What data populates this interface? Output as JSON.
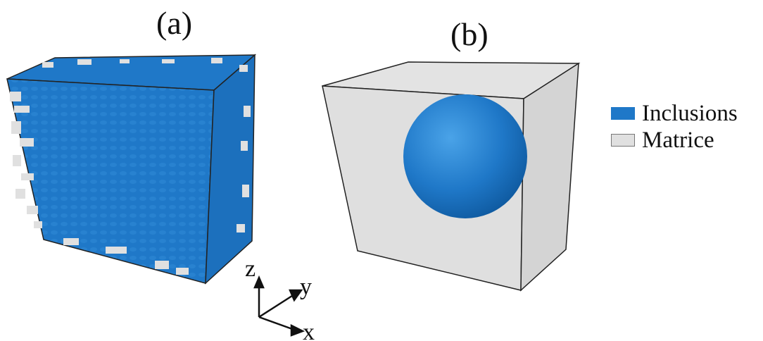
{
  "panels": {
    "a": {
      "label": "(a)"
    },
    "b": {
      "label": "(b)"
    }
  },
  "legend": {
    "items": [
      {
        "label": "Inclusions",
        "color": "#1f78c8"
      },
      {
        "label": "Matrice",
        "color": "#e0e0e0"
      }
    ]
  },
  "axes": {
    "z": "z",
    "y": "y",
    "x": "x"
  },
  "colors": {
    "inclusion": "#1f78c8",
    "matrix": "#e0e0e0",
    "edge": "#222222"
  }
}
